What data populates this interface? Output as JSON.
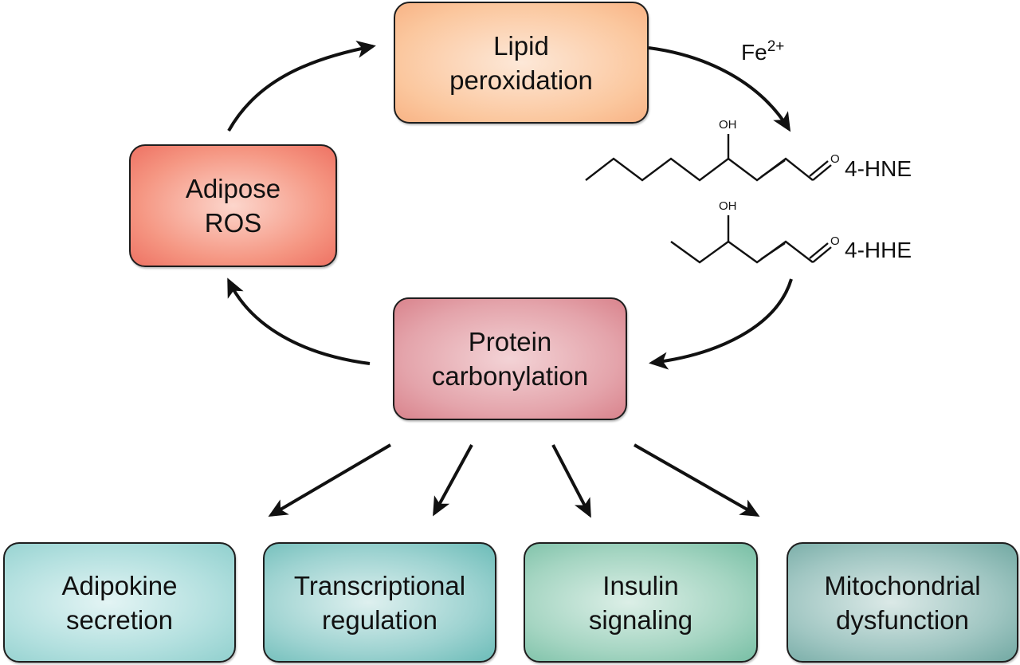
{
  "nodes": {
    "lipid_peroxidation": {
      "lines": [
        "Lipid",
        "peroxidation"
      ],
      "color": "#fbc79e"
    },
    "adipose_ros": {
      "lines": [
        "Adipose",
        "ROS"
      ],
      "color": "#f59682"
    },
    "protein_carbonylation": {
      "lines": [
        "Protein",
        "carbonylation"
      ],
      "color": "#e4a4ab"
    },
    "adipokine_secretion": {
      "lines": [
        "Adipokine",
        "secretion"
      ],
      "color": "#b3e0df"
    },
    "transcriptional_regulation": {
      "lines": [
        "Transcriptional",
        "regulation"
      ],
      "color": "#9ed3d1"
    },
    "insulin_signaling": {
      "lines": [
        "Insulin",
        "signaling"
      ],
      "color": "#a5d5c2"
    },
    "mitochondrial_dysfunction": {
      "lines": [
        "Mitochondrial",
        "dysfunction"
      ],
      "color": "#a0c6c2"
    }
  },
  "catalyst": {
    "symbol": "Fe",
    "charge": "2+"
  },
  "molecules": [
    {
      "name": "4-HNE",
      "substituent_hydroxyl": "OH",
      "substituent_carbonyl": "O"
    },
    {
      "name": "4-HHE",
      "substituent_hydroxyl": "OH",
      "substituent_carbonyl": "O"
    }
  ],
  "edges": [
    {
      "from": "adipose_ros",
      "to": "lipid_peroxidation"
    },
    {
      "from": "lipid_peroxidation",
      "to": "4-HNE / 4-HHE",
      "label": "Fe2+"
    },
    {
      "from": "4-HNE / 4-HHE",
      "to": "protein_carbonylation"
    },
    {
      "from": "protein_carbonylation",
      "to": "adipose_ros"
    },
    {
      "from": "protein_carbonylation",
      "to": "adipokine_secretion"
    },
    {
      "from": "protein_carbonylation",
      "to": "transcriptional_regulation"
    },
    {
      "from": "protein_carbonylation",
      "to": "insulin_signaling"
    },
    {
      "from": "protein_carbonylation",
      "to": "mitochondrial_dysfunction"
    }
  ]
}
